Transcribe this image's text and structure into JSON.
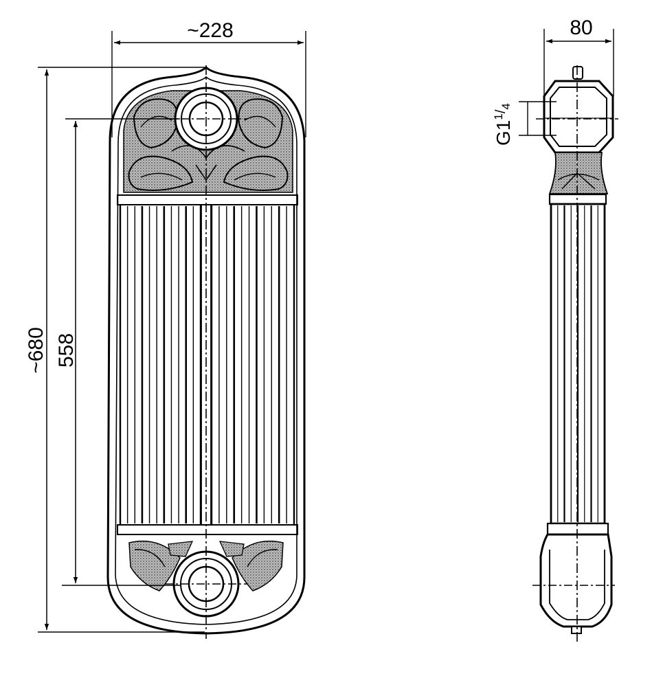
{
  "diagram": {
    "front_view": {
      "width_dimension": "~228",
      "total_height_dimension": "~680",
      "connection_spacing_dimension": "558"
    },
    "side_view": {
      "depth_dimension": "80",
      "thread_label": {
        "prefix": "G1",
        "numerator": "1",
        "denominator": "4"
      }
    }
  }
}
